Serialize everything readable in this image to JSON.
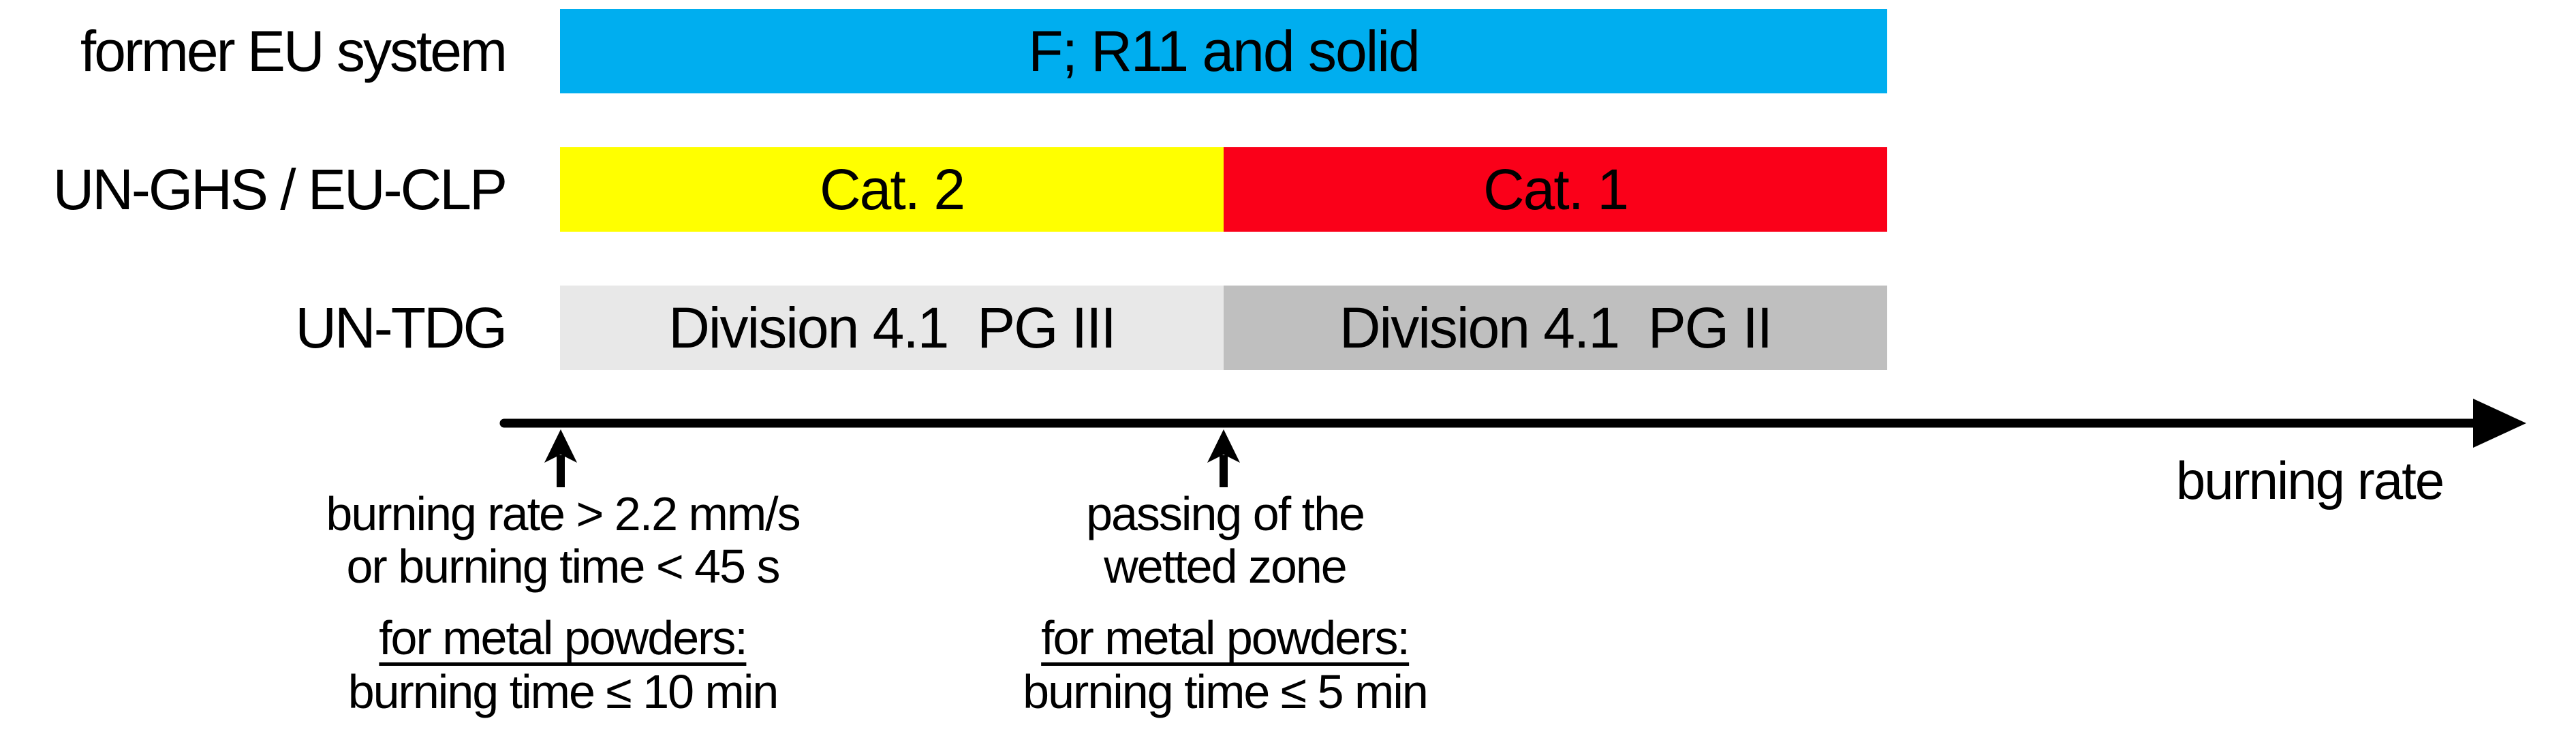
{
  "diagram": {
    "rows": [
      {
        "label": "former EU system",
        "bars": [
          {
            "text": "F; R11 and solid",
            "color": "#00AEEF",
            "span": "full"
          }
        ]
      },
      {
        "label": "UN-GHS / EU-CLP",
        "bars": [
          {
            "text": "Cat. 2",
            "color": "#FFFF00",
            "span": "left"
          },
          {
            "text": "Cat. 1",
            "color": "#FA0019",
            "span": "right"
          }
        ]
      },
      {
        "label": "UN-TDG",
        "bars": [
          {
            "text": "Division 4.1  PG III",
            "color": "#E8E8E8",
            "span": "left"
          },
          {
            "text": "Division 4.1  PG II",
            "color": "#BFBFBF",
            "span": "right"
          }
        ]
      }
    ],
    "axis": {
      "label": "burning rate",
      "line_color": "#000000"
    },
    "annotations": [
      {
        "lines": [
          "burning rate > 2.2 mm/s",
          "or burning time < 45 s"
        ],
        "metal_heading": "for metal powders:",
        "metal_line": "burning time ≤ 10 min"
      },
      {
        "lines": [
          "passing of the",
          "wetted zone"
        ],
        "metal_heading": "for metal powders:",
        "metal_line": "burning time ≤ 5 min"
      }
    ]
  }
}
